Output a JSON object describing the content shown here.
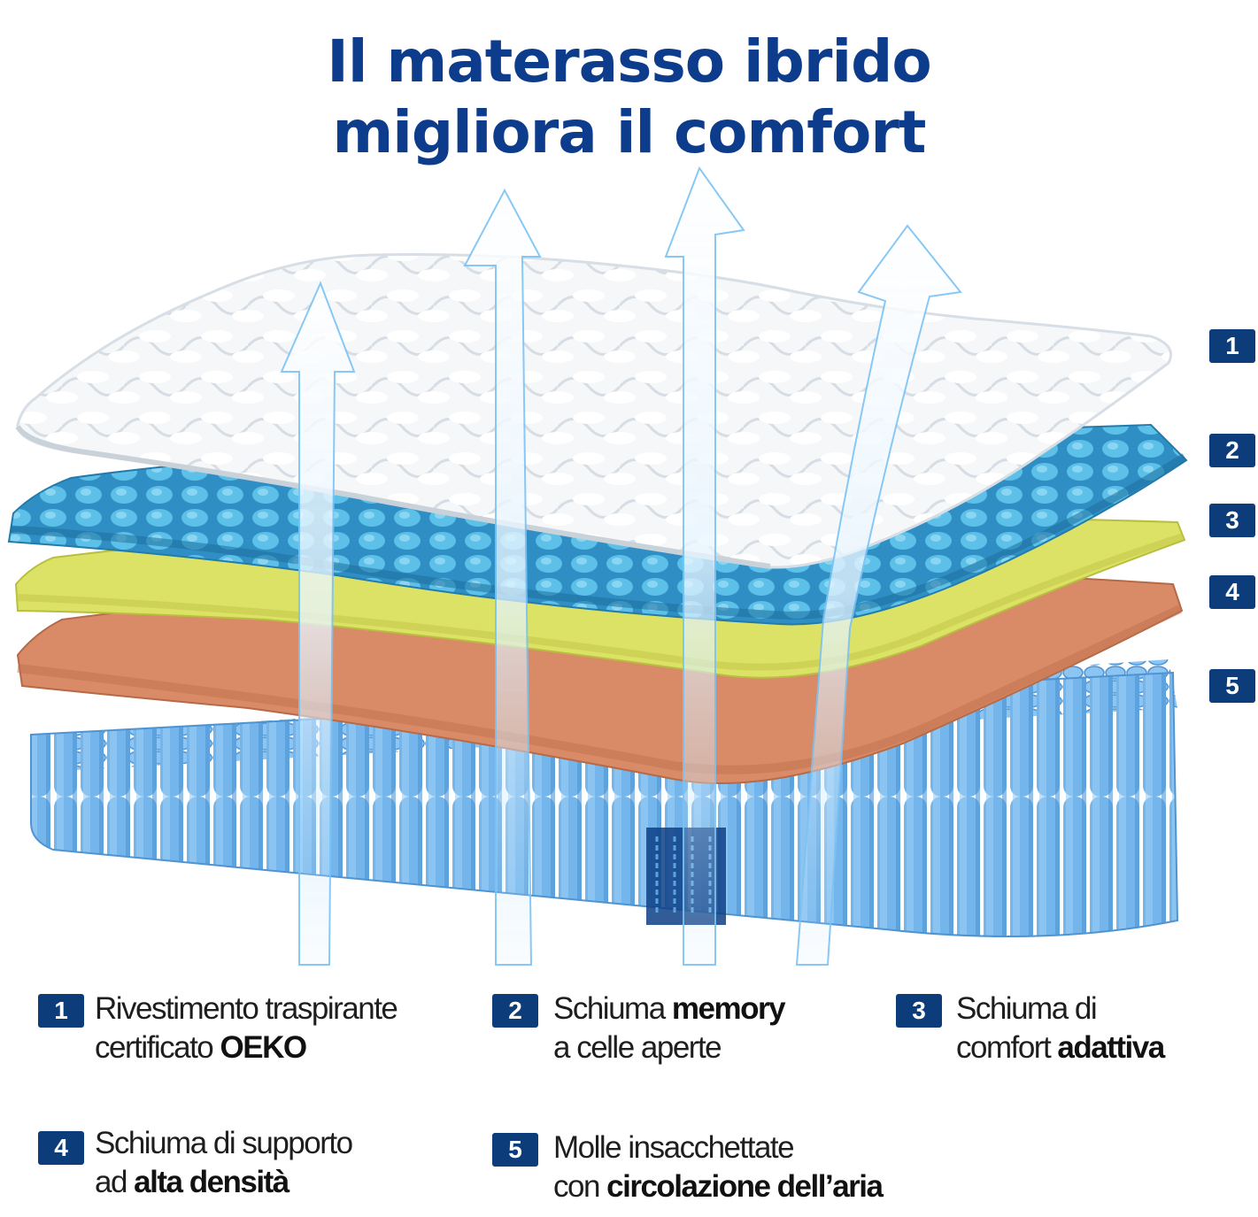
{
  "title": {
    "line1": "Il materasso ibrido",
    "line2": "migliora il comfort"
  },
  "colors": {
    "brand_blue": "#0d3c8c",
    "badge": "#0d3c7a",
    "cover": "#f4f6f8",
    "memory_foam": "#3aa6d6",
    "comfort_foam": "#d9e063",
    "support_foam": "#d98a66",
    "springs": "#6fb2ea"
  },
  "side_badges": [
    "1",
    "2",
    "3",
    "4",
    "5"
  ],
  "legend": [
    {
      "num": "1",
      "line1": "Rivestimento traspirante",
      "line2_pre": "certificato ",
      "line2_bold": "OEKO"
    },
    {
      "num": "2",
      "line1_pre": "Schiuma ",
      "line1_bold": "memory",
      "line2": "a celle aperte"
    },
    {
      "num": "3",
      "line1": "Schiuma di",
      "line2_pre": "comfort ",
      "line2_bold": "adattiva"
    },
    {
      "num": "4",
      "line1": "Schiuma di supporto",
      "line2_pre": "ad ",
      "line2_bold": "alta densità"
    },
    {
      "num": "5",
      "line1": "Molle insacchettate",
      "line2_pre": "con ",
      "line2_bold": "circolazione dell’aria"
    }
  ]
}
